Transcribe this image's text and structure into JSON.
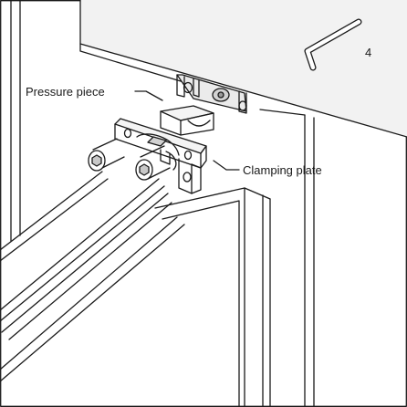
{
  "labels": {
    "pressure_piece": "Pressure piece",
    "clamping_plate": "Clamping plate",
    "wrench_size": "4"
  },
  "colors": {
    "line": "#1a1a1a",
    "plate_light": "#ebebeb",
    "plate_mid": "#d2d2d2",
    "plate_dark": "#9a9a9a",
    "bolt": "#c8c8c8"
  },
  "icons": {
    "tool": "hex-key-icon"
  }
}
